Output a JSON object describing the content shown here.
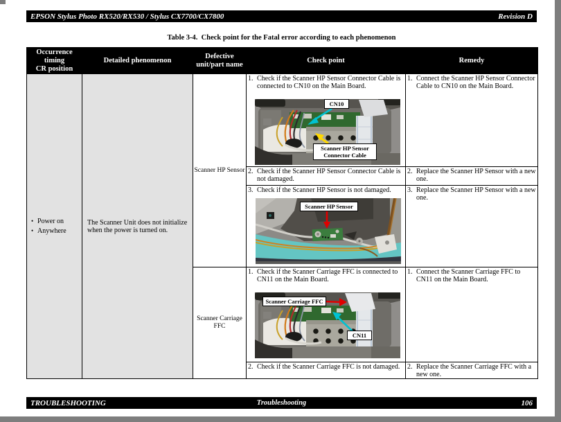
{
  "header": {
    "doc_title": "EPSON Stylus Photo RX520/RX530 / Stylus CX7700/CX7800",
    "revision": "Revision D"
  },
  "title": "Table 3-4.  Check point for the Fatal error according to each phenomenon",
  "footer": {
    "left": "TROUBLESHOOTING",
    "center": "Troubleshooting",
    "page_number": "106"
  },
  "table": {
    "headers": [
      "Occurrence\ntiming\nCR position",
      "Detailed phenomenon",
      "Defective\nunit/part name",
      "Check point",
      "Remedy"
    ],
    "bullet": "•",
    "occurrence_items": [
      "Power on",
      "Anywhere"
    ],
    "detailed_phenomenon": "The Scanner Unit does not initialize\nwhen the power is turned on.",
    "sections": [
      {
        "defective_unit": "Scanner HP Sensor",
        "rows": [
          {
            "num": "1.",
            "check": "Check if the Scanner HP Sensor Connector Cable is connected to CN10 on the Main Board.",
            "remedy_num": "1.",
            "remedy": "Connect the Scanner HP Sensor Connector Cable to CN10 on the Main Board."
          },
          {
            "num": "2.",
            "check": "Check if the Scanner HP Sensor Connector Cable is not damaged.",
            "remedy_num": "2.",
            "remedy": "Replace the Scanner HP Sensor with a new one."
          },
          {
            "num": "3.",
            "check": "Check if the Scanner HP Sensor is not damaged.",
            "remedy_num": "3.",
            "remedy": "Replace the Scanner HP Sensor with a new one."
          }
        ]
      },
      {
        "defective_unit": "Scanner Carriage\nFFC",
        "rows": [
          {
            "num": "1.",
            "check": "Check if the Scanner Carriage FFC is connected to CN11 on the Main Board.",
            "remedy_num": "1.",
            "remedy": "Connect the Scanner Carriage FFC to CN11 on the Main Board."
          },
          {
            "num": "2.",
            "check": "Check if the Scanner Carriage FFC is not damaged.",
            "remedy_num": "2.",
            "remedy": "Replace the Scanner Carriage FFC with a new one."
          }
        ]
      }
    ]
  },
  "photos": {
    "cn10": {
      "label_top": "CN10",
      "label_bottom": "Scanner HP Sensor\nConnector Cable"
    },
    "hp_sensor": {
      "label": "Scanner HP Sensor"
    },
    "cn11": {
      "label_left": "Scanner Carriage FFC",
      "label_bottom": "CN11"
    }
  },
  "colors": {
    "arrow_cyan": "#00c2d2",
    "arrow_yellow": "#ffd800",
    "arrow_red": "#e00000",
    "shaded_cell": "#e2e2e2",
    "bar_background": "#000000",
    "pcb_green": "#30692f",
    "scanner_teal": "#64c5c3"
  }
}
